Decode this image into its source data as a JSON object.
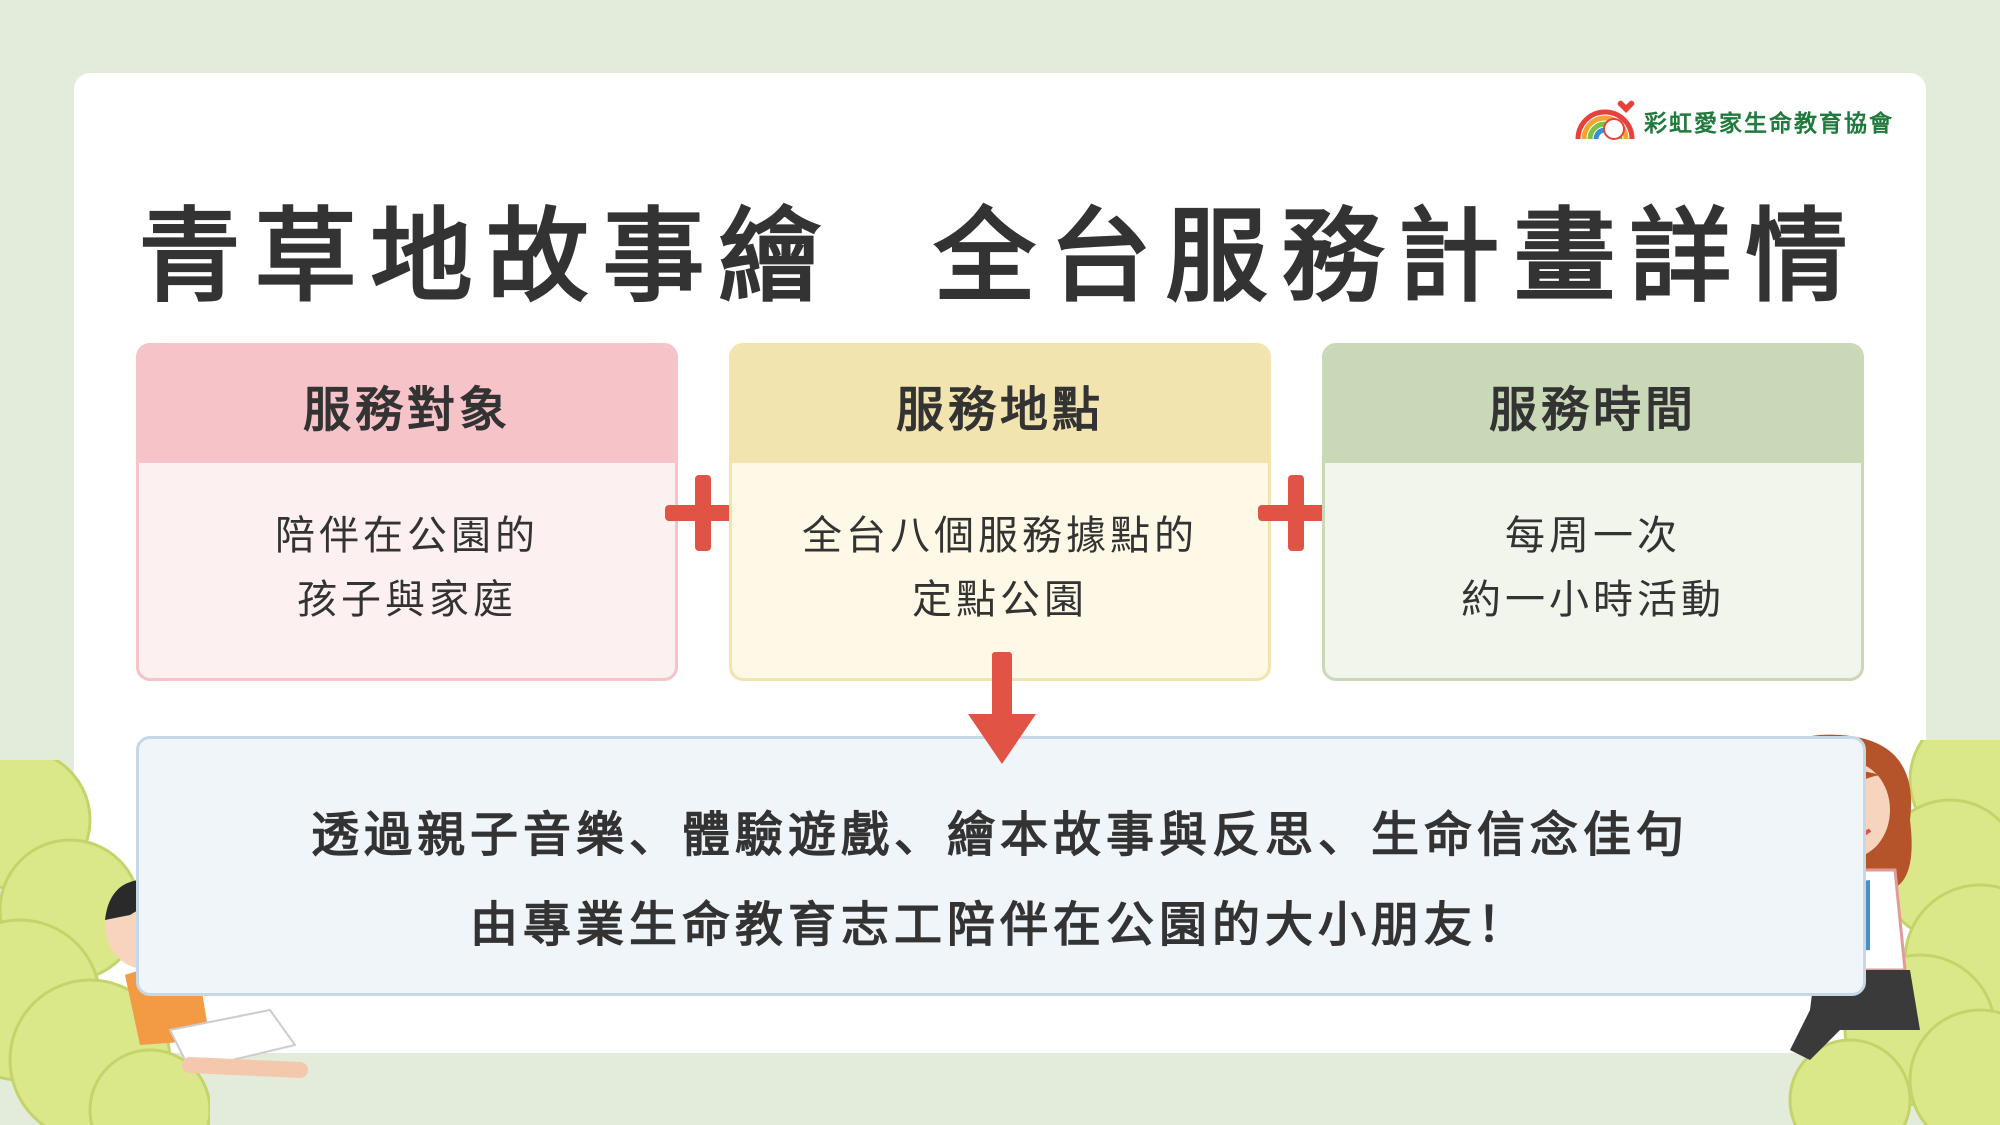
{
  "organization": "彩虹愛家生命教育協會",
  "title": "青草地故事繪  全台服務計畫詳情",
  "boxes": [
    {
      "heading": "服務對象",
      "line1": "陪伴在公園的",
      "line2": "孩子與家庭"
    },
    {
      "heading": "服務地點",
      "line1": "全台八個服務據點的",
      "line2": "定點公園"
    },
    {
      "heading": "服務時間",
      "line1": "每周一次",
      "line2": "約一小時活動"
    }
  ],
  "summary": {
    "line1": "透過親子音樂、體驗遊戲、繪本故事與反思、生命信念佳句",
    "line2": "由專業生命教育志工陪伴在公園的大小朋友！"
  },
  "icons": {
    "logo": "rainbow-logo-icon",
    "plus": "plus-icon",
    "arrow": "arrow-down-icon"
  },
  "colors": {
    "background": "#e3ecdb",
    "accent_red": "#e05345",
    "pink": "#f5c3c8",
    "yellow": "#f2e4ae",
    "green": "#c9d9b8",
    "blue": "#c5d8e8",
    "logo_green": "#1f7a3c"
  }
}
